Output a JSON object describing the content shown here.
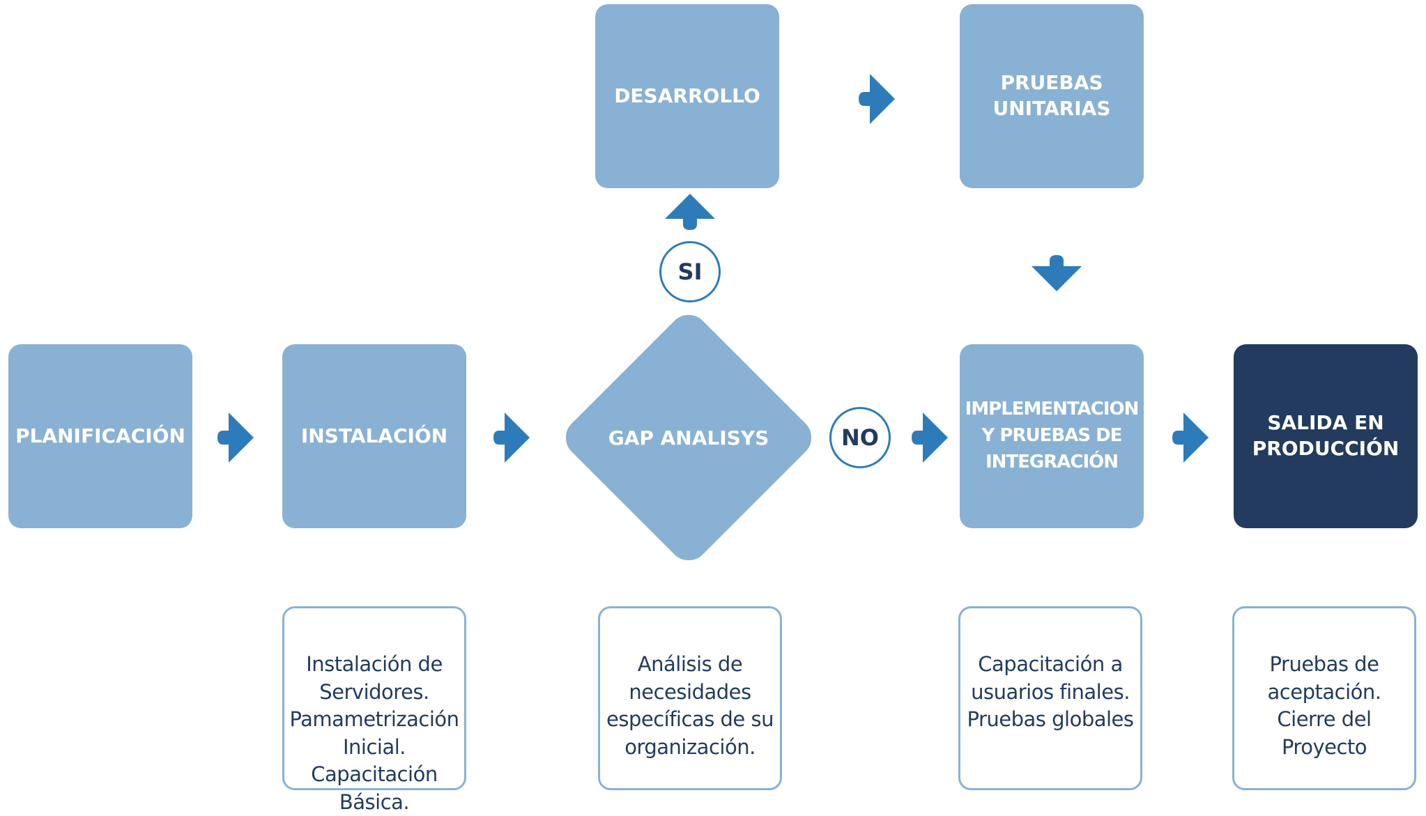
{
  "colors": {
    "box_light": "#89b1d3",
    "box_dark": "#223b5e",
    "arrow": "#2d7cb9",
    "note_text": "#223b5e"
  },
  "nodes": {
    "planificacion": "PLANIFICACIÓN",
    "instalacion": "INSTALACIÓN",
    "gap_analisys": "GAP ANALISYS",
    "desarrollo": "DESARROLLO",
    "pruebas_unitarias": "PRUEBAS\nUNITARIAS",
    "implementacion": "IMPLEMENTACION\nY PRUEBAS DE\nINTEGRACIÓN",
    "salida": "SALIDA  EN\nPRODUCCIÓN"
  },
  "decisions": {
    "yes": "SI",
    "no": "NO"
  },
  "notes": {
    "instalacion": "Instalación de\nServidores.\nPamametrización\nInicial.\nCapacitación Básica.",
    "gap_analisys": "Análisis de\nnecesidades\nespecíficas de su\norganización.",
    "implementacion": "Capacitación a\nusuarios finales.\nPruebas globales",
    "salida": "Pruebas de\naceptación.\nCierre del\nProyecto"
  },
  "icons": {
    "arrow": "arrow-right-icon"
  }
}
